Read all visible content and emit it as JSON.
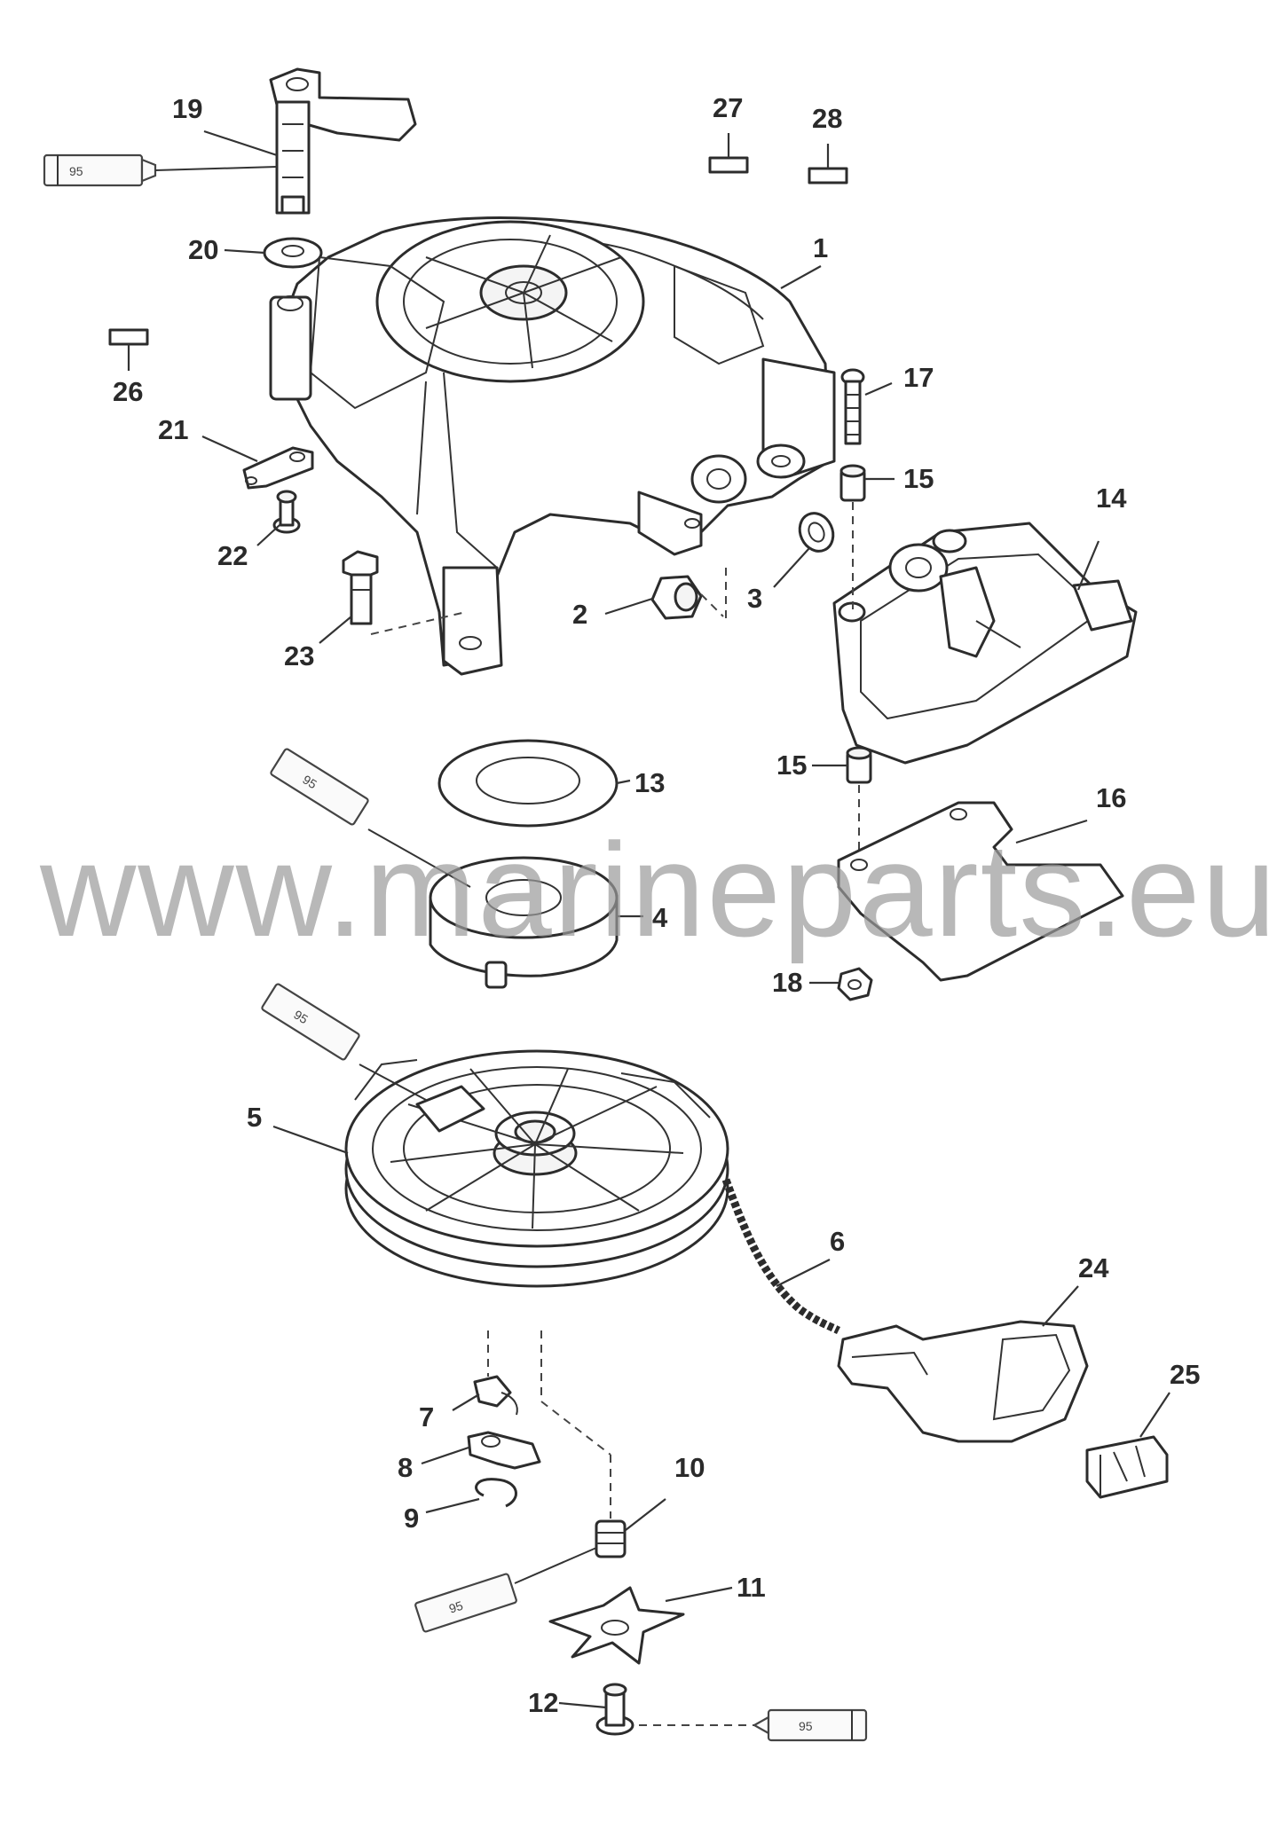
{
  "watermark": "www.marineparts.eu",
  "tube_label": "95",
  "callouts": {
    "c1": "1",
    "c2": "2",
    "c3": "3",
    "c4": "4",
    "c5": "5",
    "c6": "6",
    "c7": "7",
    "c8": "8",
    "c9": "9",
    "c10": "10",
    "c11": "11",
    "c12": "12",
    "c13": "13",
    "c14": "14",
    "c15a": "15",
    "c15b": "15",
    "c16": "16",
    "c17": "17",
    "c18": "18",
    "c19": "19",
    "c20": "20",
    "c21": "21",
    "c22": "22",
    "c23": "23",
    "c24": "24",
    "c25": "25",
    "c26": "26",
    "c27": "27",
    "c28": "28"
  }
}
